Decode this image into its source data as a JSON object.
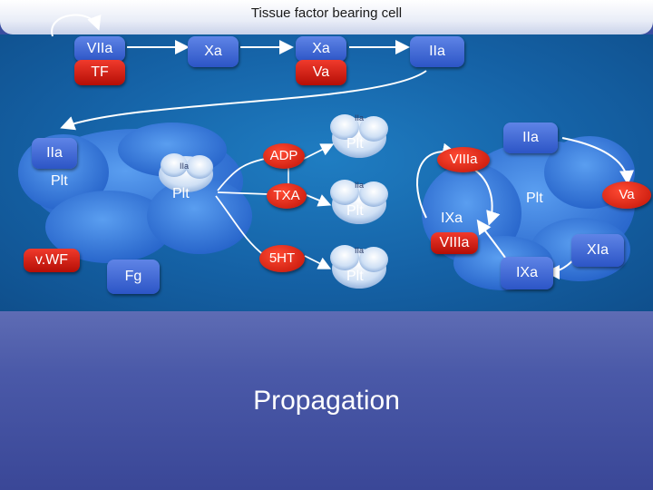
{
  "header": {
    "title": "Tissue factor bearing cell"
  },
  "tf_cell": {
    "viia": "VIIa",
    "tf": "TF",
    "xa_1": "Xa",
    "xa_2": "Xa",
    "va": "Va",
    "iia": "IIa"
  },
  "platelet_left": {
    "iia": "IIa",
    "plt": "Plt",
    "vwf": "v.WF"
  },
  "center": {
    "small_iia_1": "IIa",
    "plt_1": "Plt",
    "fg": "Fg",
    "adp": "ADP",
    "txa": "TXA",
    "ht5": "5HT",
    "plt_top": "Plt",
    "small_iia_top": "IIa",
    "plt_mid": "Plt",
    "small_iia_mid": "IIa",
    "plt_bottom": "Plt",
    "small_iia_bottom": "IIa"
  },
  "platelet_right": {
    "iia": "IIa",
    "viiia": "VIIIa",
    "ixa": "IXa",
    "viiia_2": "VIIIa",
    "plt": "Plt",
    "va": "Va",
    "xia": "XIa",
    "ixa_2": "IXa"
  },
  "footer": {
    "title": "Propagation"
  },
  "colors": {
    "main_blue": "#1562a6",
    "chip_blue": "#2c55c6",
    "red": "#c01206",
    "lower_band": "#4a59a8"
  }
}
